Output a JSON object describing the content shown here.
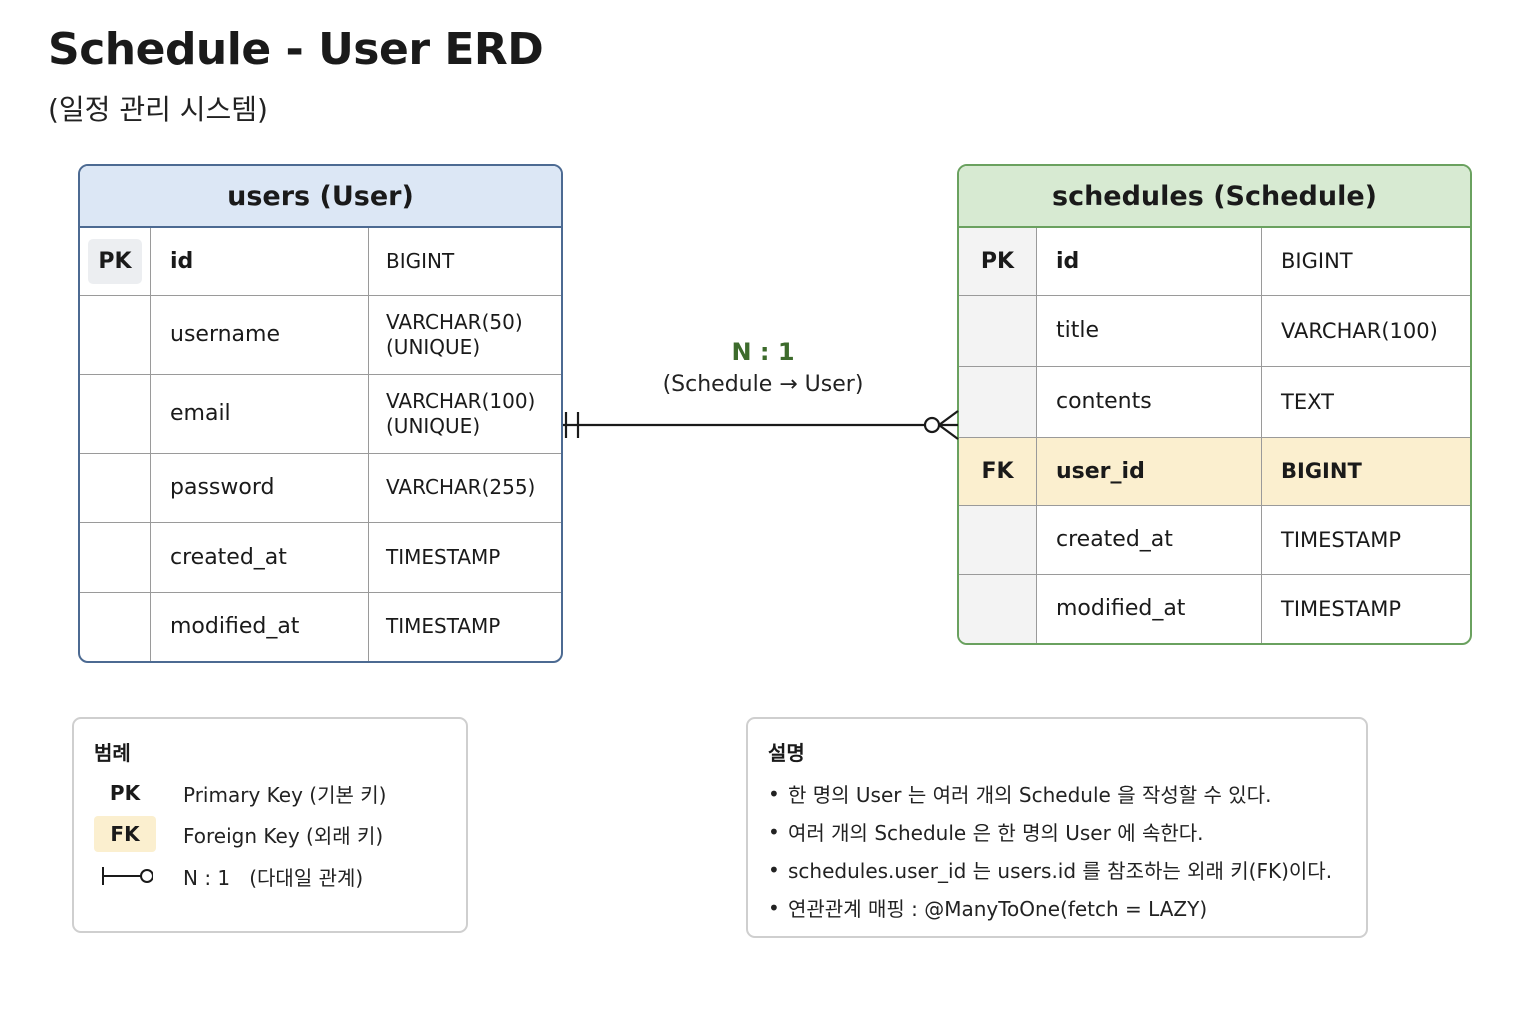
{
  "title": "Schedule - User ERD",
  "subtitle": "(일정 관리 시스템)",
  "users": {
    "header": "users (User)",
    "rows": [
      {
        "key": "PK",
        "name": "id",
        "type": "BIGINT"
      },
      {
        "key": "",
        "name": "username",
        "type": "VARCHAR(50)\n(UNIQUE)"
      },
      {
        "key": "",
        "name": "email",
        "type": "VARCHAR(100)\n(UNIQUE)"
      },
      {
        "key": "",
        "name": "password",
        "type": "VARCHAR(255)"
      },
      {
        "key": "",
        "name": "created_at",
        "type": "TIMESTAMP"
      },
      {
        "key": "",
        "name": "modified_at",
        "type": "TIMESTAMP"
      }
    ]
  },
  "schedules": {
    "header": "schedules (Schedule)",
    "rows": [
      {
        "key": "PK",
        "name": "id",
        "type": "BIGINT"
      },
      {
        "key": "",
        "name": "title",
        "type": "VARCHAR(100)"
      },
      {
        "key": "",
        "name": "contents",
        "type": "TEXT"
      },
      {
        "key": "FK",
        "name": "user_id",
        "type": "BIGINT"
      },
      {
        "key": "",
        "name": "created_at",
        "type": "TIMESTAMP"
      },
      {
        "key": "",
        "name": "modified_at",
        "type": "TIMESTAMP"
      }
    ]
  },
  "relationship": {
    "ratio": "N : 1",
    "description": "(Schedule → User)"
  },
  "legend": {
    "title": "범례",
    "items": [
      {
        "key": "PK",
        "text": "Primary Key (기본 키)"
      },
      {
        "key": "FK",
        "text": "Foreign Key (외래 키)"
      },
      {
        "icon": "one-to-many-connector-icon",
        "text": "N : 1   (다대일 관계)"
      }
    ]
  },
  "notes": {
    "title": "설명",
    "items": [
      "한 명의 User 는 여러 개의 Schedule 을 작성할 수 있다.",
      "여러 개의 Schedule 은 한 명의 User 에 속한다.",
      "schedules.user_id 는 users.id 를 참조하는 외래 키(FK)이다.",
      "연관관계 매핑 : @ManyToOne(fetch = LAZY)"
    ]
  },
  "colors": {
    "users_border": "#4c6a92",
    "users_header": "#dce7f5",
    "schedules_border": "#6aa15f",
    "schedules_header": "#d7ead2",
    "fk_highlight": "#fbefcf",
    "ratio_text": "#3d6b2c"
  }
}
